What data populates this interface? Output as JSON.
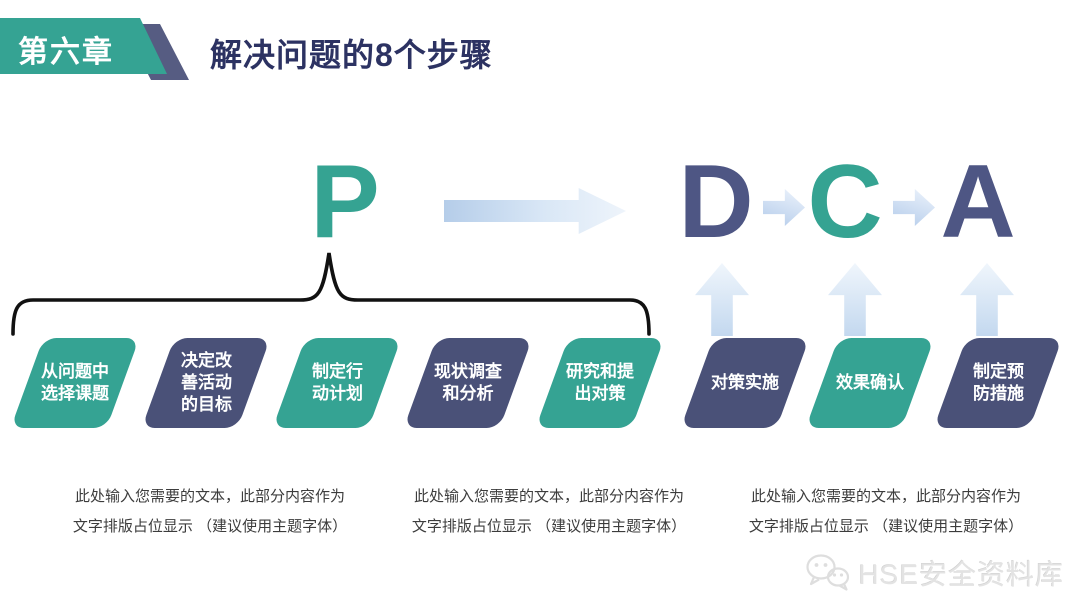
{
  "header": {
    "chapter_badge": "第六章",
    "title": "解决问题的8个步骤"
  },
  "pdca": {
    "p": "P",
    "d": "D",
    "c": "C",
    "a": "A"
  },
  "steps": [
    {
      "label": "从问题中\n选择课题",
      "color": "teal"
    },
    {
      "label": "决定改\n善活动\n的目标",
      "color": "navy"
    },
    {
      "label": "制定行\n动计划",
      "color": "teal"
    },
    {
      "label": "现状调查\n和分析",
      "color": "navy"
    },
    {
      "label": "研究和提\n出对策",
      "color": "teal"
    },
    {
      "label": "对策实施",
      "color": "navy"
    },
    {
      "label": "效果确认",
      "color": "teal"
    },
    {
      "label": "制定预\n防措施",
      "color": "navy"
    }
  ],
  "placeholders": [
    {
      "text": "此处输入您需要的文本，此部分内容作为\n文字排版占位显示 （建议使用主题字体）"
    },
    {
      "text": "此处输入您需要的文本，此部分内容作为\n文字排版占位显示 （建议使用主题字体）"
    },
    {
      "text": "此处输入您需要的文本，此部分内容作为\n文字排版占位显示 （建议使用主题字体）"
    }
  ],
  "watermark": {
    "label": "HSE安全资料库",
    "icon": "wechat-icon"
  },
  "colors": {
    "teal": "#35a393",
    "navy": "#4a5178",
    "letter_teal": "#35a392",
    "letter_navy": "#4e5684",
    "arrow_blue": "#b5cde9",
    "title_navy": "#2c3262",
    "brace_black": "#111111"
  }
}
